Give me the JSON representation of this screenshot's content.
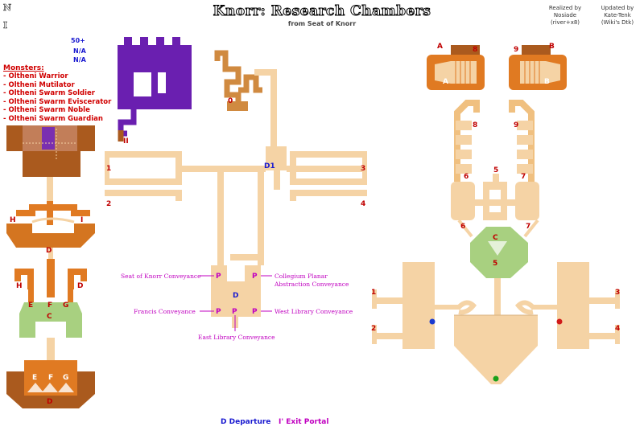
{
  "header": {
    "title": "Knorr: Research Chambers",
    "subtitle": "from Seat of Knorr",
    "realized_by_label": "Realized by",
    "realized_by_name": "Nosiade",
    "realized_by_handle": "(river+x8)",
    "updated_by_label": "Updated by",
    "updated_by_name": "Kate-Tenk",
    "updated_by_handle": "(Wiki's Dtk)"
  },
  "info": {
    "level": "50+",
    "line2": "N/A",
    "line3": "N/A"
  },
  "monsters": {
    "heading": "Monsters:",
    "list": [
      "- Oltheni Warrior",
      "- Oltheni Mutilator",
      "- Oltheni Swarm Soldier",
      "- Oltheni Swarm Eviscerator",
      "- Oltheni Swarm Noble",
      "- Oltheni Swarm Guardian"
    ]
  },
  "conveyances": {
    "seat_of_knorr": "Seat of Knorr Conveyance",
    "collegium_planar": "Collegium Planar",
    "abstraction": "Abstraction Conveyance",
    "francis": "Francis Conveyance",
    "west_library": "West Library Conveyance",
    "east_library": "East Library Conveyance"
  },
  "markers": {
    "portal": "P",
    "departure": "D",
    "center_d1": "D1",
    "center_d": "D",
    "n1": "1",
    "n2": "2",
    "n3": "3",
    "n4": "4",
    "n5": "5",
    "n6": "6",
    "n7": "7",
    "n8": "8",
    "n9": "9",
    "nC": "C",
    "nA": "A",
    "nB": "B",
    "nH": "H",
    "nI": "I",
    "nE": "E",
    "nF": "F",
    "nG": "G",
    "nD": "D",
    "n0": "0",
    "nII": "II"
  },
  "legend": {
    "departure_icon": "D",
    "departure_label": "Departure",
    "exit_icon": "I'",
    "exit_label": "Exit Portal"
  },
  "colors": {
    "corridor": "#f5d3a5",
    "brown": "#aa5a1e",
    "dark_brown": "#8a3e12",
    "orange": "#e07a22",
    "purple": "#6a1fb0",
    "green": "#a8d080",
    "portal": "#c000c0",
    "label_red": "#c00000"
  },
  "icons": [
    "blue-dot-icon",
    "red-dot-icon",
    "green-dot-icon",
    "seal-logo-icon"
  ]
}
